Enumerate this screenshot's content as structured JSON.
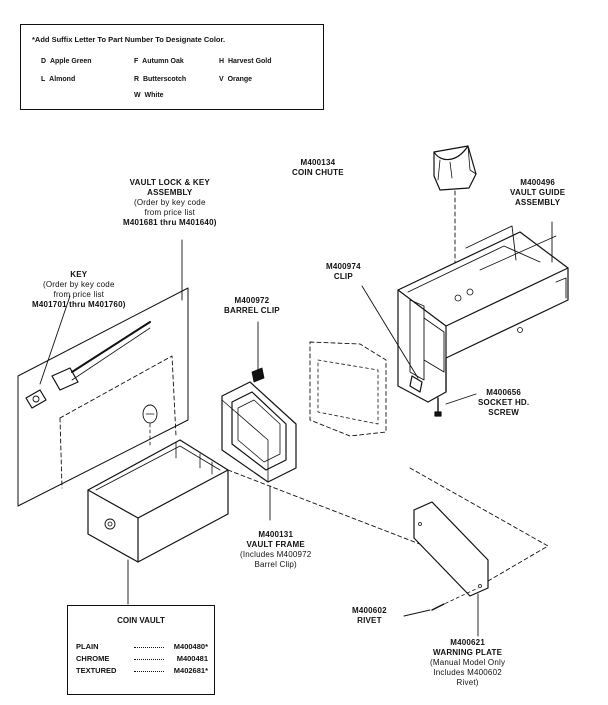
{
  "color_note": {
    "heading": "*Add Suffix Letter To Part Number To Designate Color.",
    "colors": [
      {
        "code": "D",
        "name": "Apple Green"
      },
      {
        "code": "F",
        "name": "Autumn Oak"
      },
      {
        "code": "H",
        "name": "Harvest Gold"
      },
      {
        "code": "L",
        "name": "Almond"
      },
      {
        "code": "R",
        "name": "Butterscotch"
      },
      {
        "code": "V",
        "name": "Orange"
      },
      {
        "code": "W",
        "name": "White"
      }
    ]
  },
  "parts": {
    "coin_chute": {
      "number": "M400134",
      "name": "COIN CHUTE"
    },
    "vault_lock": {
      "line1": "VAULT LOCK & KEY",
      "line2": "ASSEMBLY",
      "line3": "(Order by key code",
      "line4": "from price list",
      "line5": "M401681 thru M401640)"
    },
    "key": {
      "line1": "KEY",
      "line2": "(Order by key code",
      "line3": "from price list",
      "line4": "M401701 thru M401760)"
    },
    "barrel_clip": {
      "number": "M400972",
      "name": "BARREL CLIP"
    },
    "clip": {
      "number": "M400974",
      "name": "CLIP"
    },
    "vault_guide": {
      "number": "M400496",
      "line1": "VAULT GUIDE",
      "line2": "ASSEMBLY"
    },
    "socket_screw": {
      "number": "M400656",
      "line1": "SOCKET HD.",
      "line2": "SCREW"
    },
    "vault_frame": {
      "number": "M400131",
      "line1": "VAULT FRAME",
      "line2": "(Includes M400972",
      "line3": "Barrel Clip)"
    },
    "rivet": {
      "number": "M400602",
      "name": "RIVET"
    },
    "warning_plate": {
      "number": "M400621",
      "line1": "WARNING PLATE",
      "line2": "(Manual Model Only",
      "line3": "Includes M400602",
      "line4": "Rivet)"
    }
  },
  "coin_vault": {
    "title": "COIN VAULT",
    "rows": [
      {
        "finish": "PLAIN",
        "number": "M400480*"
      },
      {
        "finish": "CHROME",
        "number": "M400481"
      },
      {
        "finish": "TEXTURED",
        "number": "M402681*"
      }
    ]
  }
}
